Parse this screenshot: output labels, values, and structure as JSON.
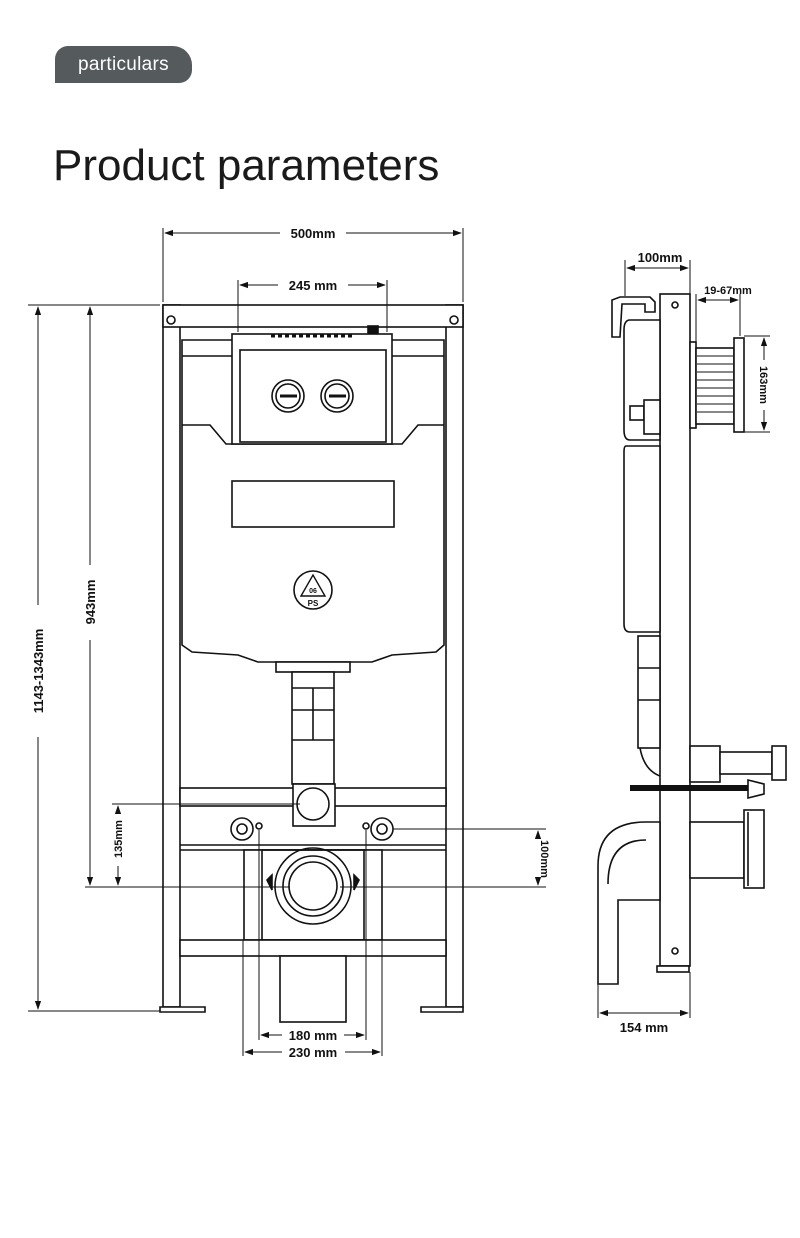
{
  "header": {
    "badge_label": "particulars",
    "title": "Product parameters"
  },
  "front_view": {
    "width": "500mm",
    "button_plate_width": "245 mm",
    "total_height": "1143-1343mm",
    "tank_height": "943mm",
    "drain_height": "135mm",
    "bolt_height": "100mm",
    "bolt_spacing_inner": "180 mm",
    "bolt_spacing_outer": "230 mm",
    "tank_mark_number": "06",
    "tank_mark_material": "PS"
  },
  "side_view": {
    "depth_frame": "100mm",
    "wall_adjust": "19-67mm",
    "flush_pipe_height": "163mm",
    "bottom_depth": "154 mm"
  }
}
